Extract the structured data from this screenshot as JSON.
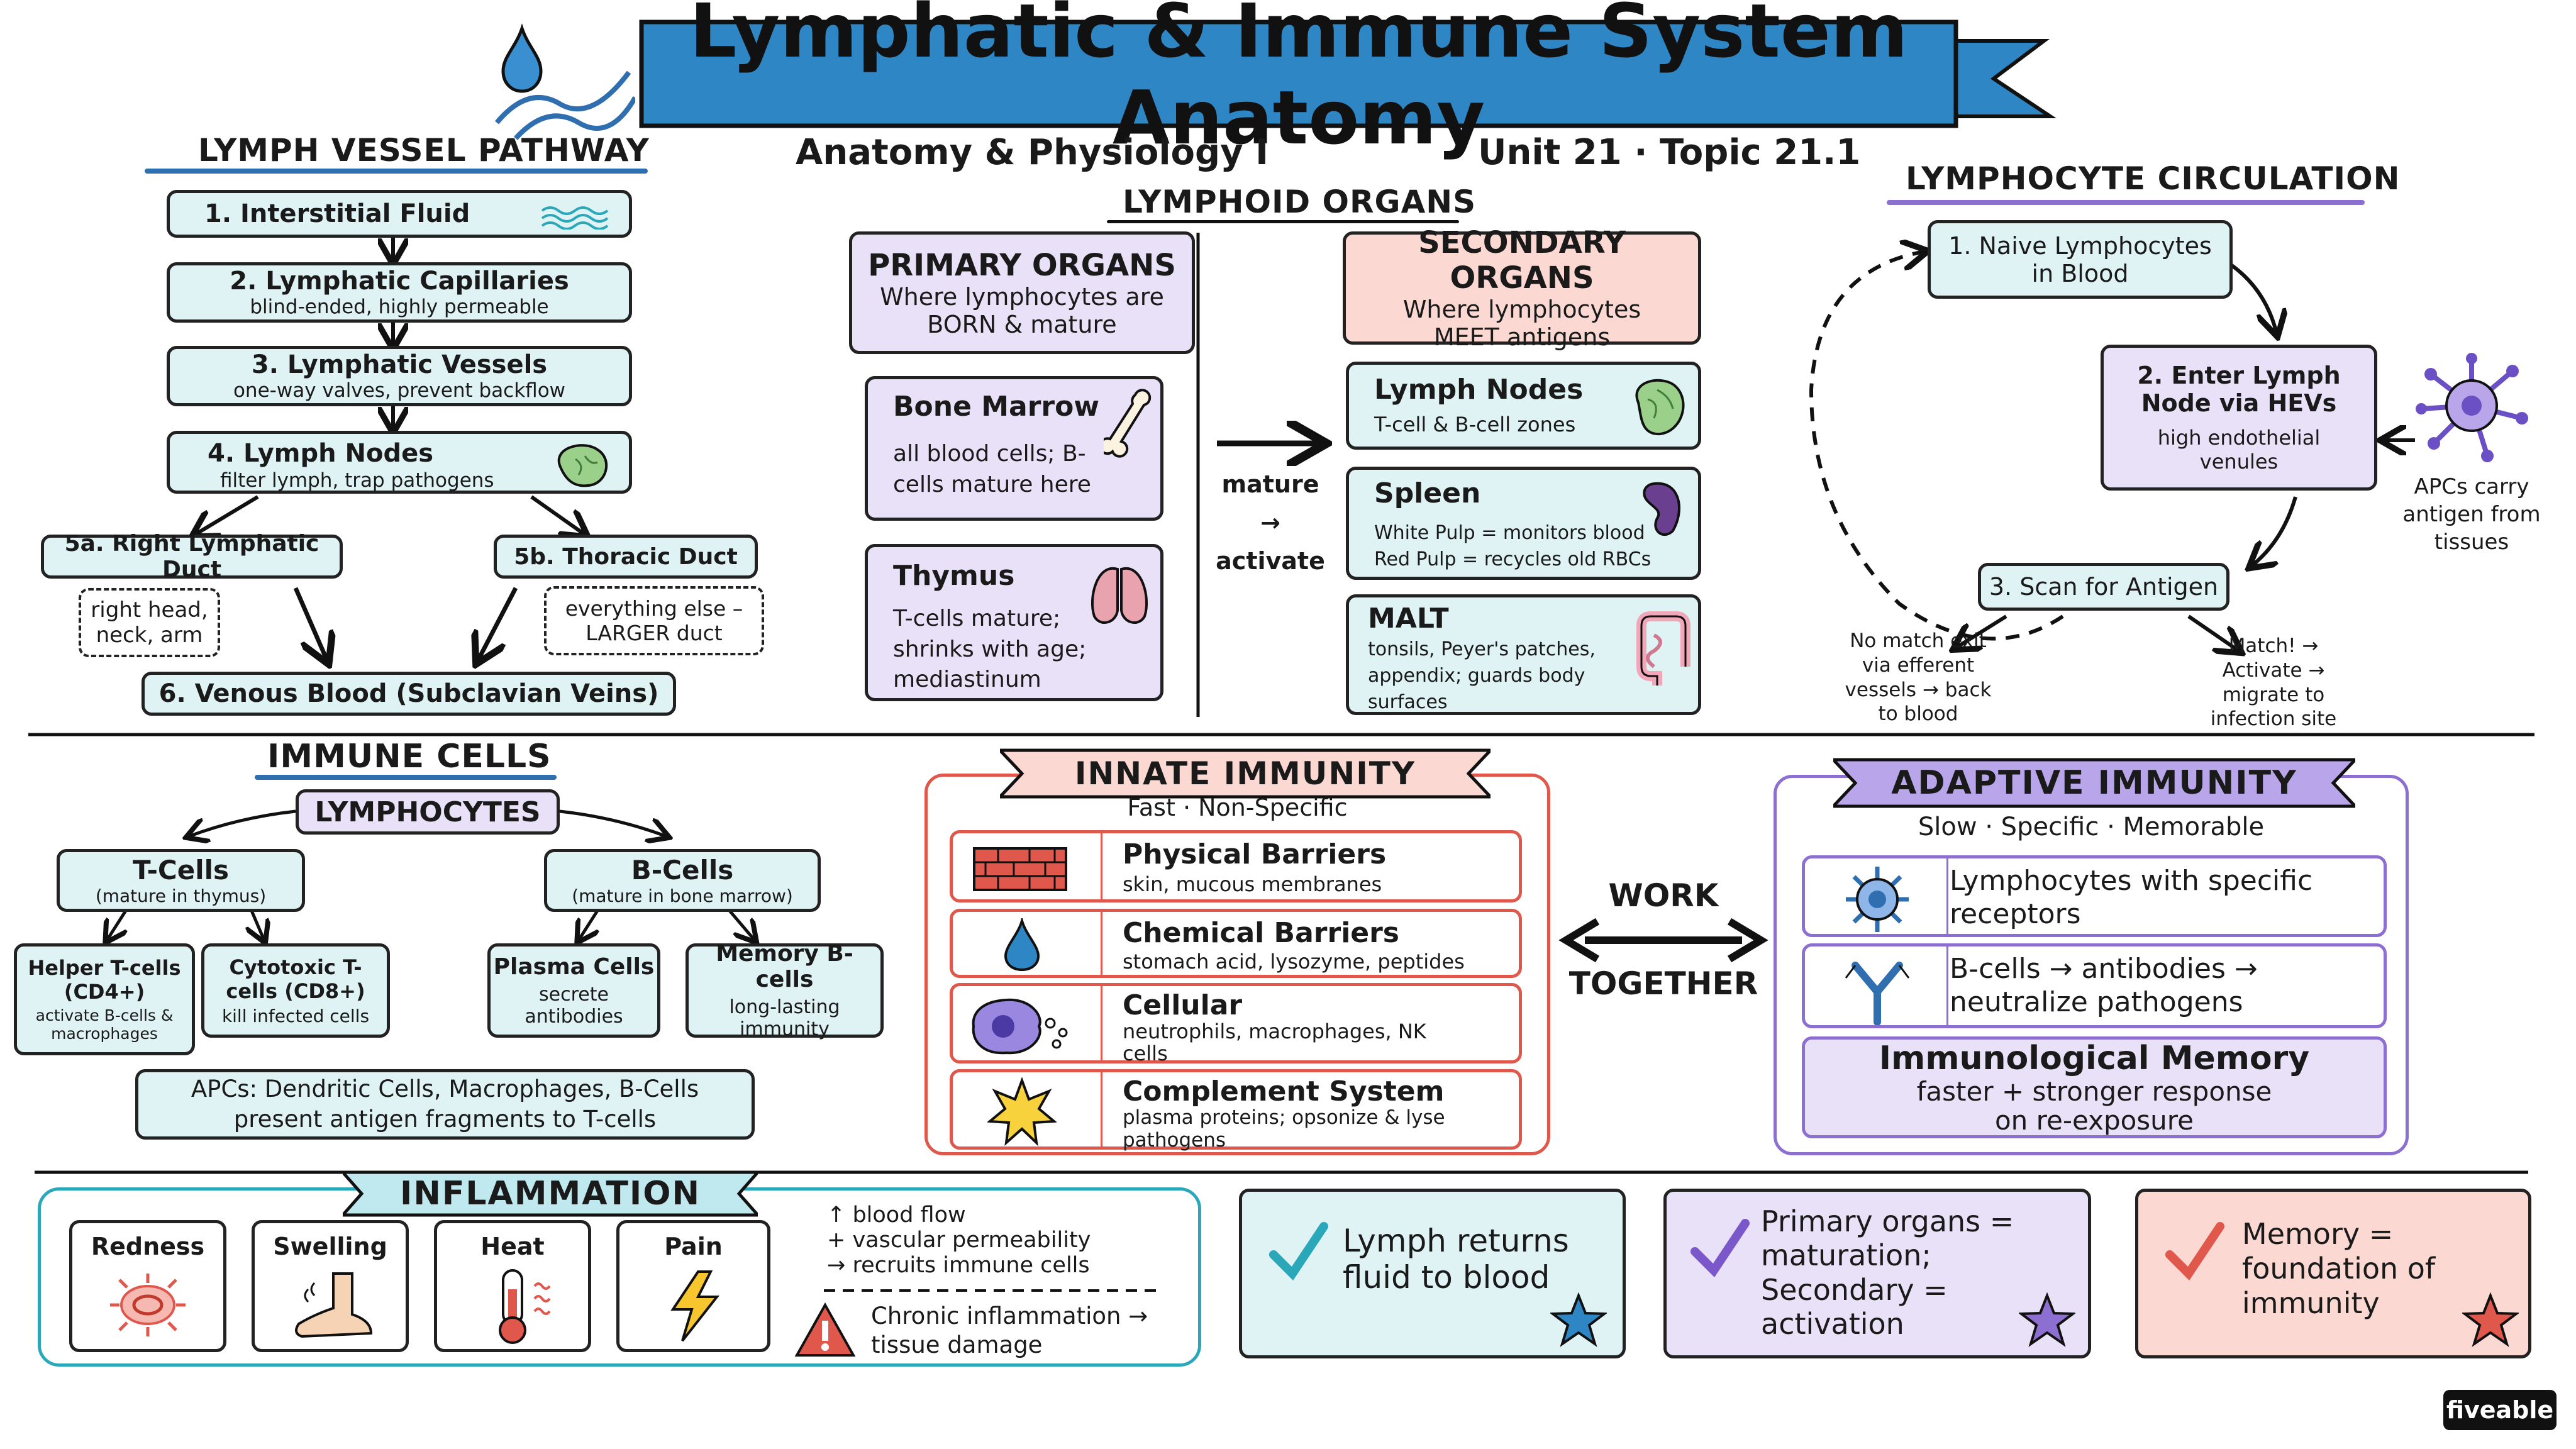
{
  "title": "Lymphatic & Immune System Anatomy",
  "course": "Anatomy & Physiology I",
  "unit": "Unit 21 · Topic 21.1",
  "colors": {
    "teal": "#dff3f5",
    "purple": "#e9e1f7",
    "salmon": "#fbd9d2",
    "blue": "#2f86c5",
    "accent_purple": "#7b58c9",
    "accent_red": "#e0574b"
  },
  "lymph_pathway": {
    "heading": "LYMPH VESSEL PATHWAY",
    "steps": [
      {
        "title": "1.  Interstitial Fluid",
        "sub": ""
      },
      {
        "title": "2.  Lymphatic Capillaries",
        "sub": "blind-ended, highly permeable"
      },
      {
        "title": "3.  Lymphatic Vessels",
        "sub": "one-way valves, prevent backflow"
      },
      {
        "title": "4.  Lymph Nodes",
        "sub": "filter lymph, trap pathogens"
      }
    ],
    "right_duct": "5a. Right Lymphatic Duct",
    "right_duct_note": "right head, neck, arm",
    "thoracic_duct": "5b. Thoracic Duct",
    "thoracic_note": "everything else – LARGER duct",
    "venous": "6.  Venous Blood (Subclavian Veins)"
  },
  "lymphoid": {
    "heading": "LYMPHOID ORGANS",
    "primary_title": "PRIMARY ORGANS",
    "primary_desc": "Where lymphocytes are BORN & mature",
    "bone_marrow_title": "Bone Marrow",
    "bone_marrow_desc": "all blood cells; B-cells mature here",
    "thymus_title": "Thymus",
    "thymus_desc": "T-cells mature; shrinks with age; mediastinum",
    "arrow_label": "mature → activate",
    "secondary_title": "SECONDARY ORGANS",
    "secondary_desc": "Where lymphocytes MEET antigens",
    "nodes_title": "Lymph Nodes",
    "nodes_desc": "T-cell & B-cell zones",
    "spleen_title": "Spleen",
    "spleen_desc1": "White Pulp = monitors blood",
    "spleen_desc2": "Red Pulp = recycles old RBCs",
    "malt_title": "MALT",
    "malt_desc": "tonsils, Peyer's patches, appendix; guards body surfaces"
  },
  "circulation": {
    "heading": "LYMPHOCYTE CIRCULATION",
    "step1": "1. Naive Lymphocytes in Blood",
    "step2_title": "2. Enter Lymph Node via HEVs",
    "step2_desc": "high endothelial venules",
    "step3": "3. Scan for Antigen",
    "apc_note": "APCs carry antigen from tissues",
    "no_match": "No match exit via efferent vessels → back to blood",
    "match": "Match! → Activate → migrate to infection site"
  },
  "immune_cells": {
    "heading": "IMMUNE CELLS",
    "lymphocytes": "LYMPHOCYTES",
    "tcells": "T-Cells",
    "tcells_sub": "(mature in thymus)",
    "bcells": "B-Cells",
    "bcells_sub": "(mature in bone marrow)",
    "helper": "Helper T-cells (CD4+)",
    "helper_sub": "activate B-cells & macrophages",
    "cytotoxic": "Cytotoxic T-cells (CD8+)",
    "cytotoxic_sub": "kill infected cells",
    "plasma": "Plasma Cells",
    "plasma_sub": "secrete antibodies",
    "memory": "Memory B-cells",
    "memory_sub": "long-lasting immunity",
    "apcs": "APCs: Dendritic Cells, Macrophages, B-Cells present antigen fragments to T-cells"
  },
  "innate": {
    "heading": "INNATE IMMUNITY",
    "tagline": "Fast · Non-Specific",
    "items": [
      {
        "title": "Physical Barriers",
        "desc": "skin, mucous membranes",
        "icon": "brick-wall-icon"
      },
      {
        "title": "Chemical Barriers",
        "desc": "stomach acid, lysozyme, peptides",
        "icon": "droplet-icon"
      },
      {
        "title": "Cellular",
        "desc": "neutrophils, macrophages, NK cells",
        "icon": "phagocyte-icon"
      },
      {
        "title": "Complement System",
        "desc": "plasma proteins; opsonize & lyse pathogens",
        "icon": "starburst-icon"
      }
    ]
  },
  "work_together": {
    "top": "WORK",
    "bottom": "TOGETHER"
  },
  "adaptive": {
    "heading": "ADAPTIVE IMMUNITY",
    "tagline": "Slow · Specific · Memorable",
    "item1": "Lymphocytes with specific receptors",
    "item2": "B-cells → antibodies → neutralize pathogens",
    "memory_title": "Immunological Memory",
    "memory_desc": "faster + stronger response on re-exposure"
  },
  "inflammation": {
    "heading": "INFLAMMATION",
    "signs": [
      "Redness",
      "Swelling",
      "Heat",
      "Pain"
    ],
    "effects": [
      "↑ blood flow",
      "+ vascular permeability",
      "→ recruits immune cells"
    ],
    "chronic": "Chronic inflammation → tissue damage"
  },
  "takeaways": [
    {
      "text": "Lymph returns fluid to blood"
    },
    {
      "text": "Primary organs = maturation; Secondary = activation"
    },
    {
      "text": "Memory = foundation of immunity"
    }
  ],
  "brand": "fiveable"
}
